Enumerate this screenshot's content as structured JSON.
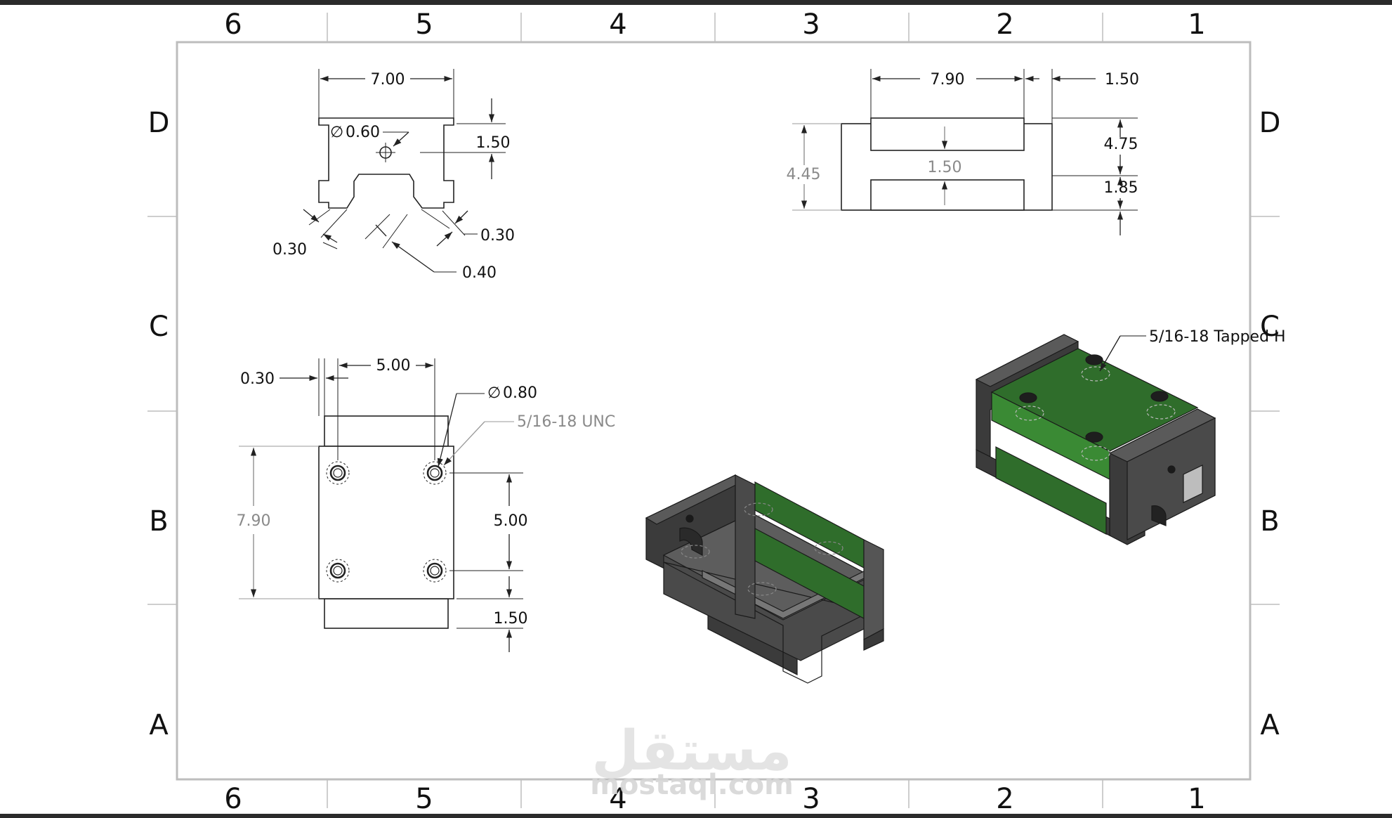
{
  "zones": {
    "columns": [
      "6",
      "5",
      "4",
      "3",
      "2",
      "1"
    ],
    "rows": [
      "D",
      "C",
      "B",
      "A"
    ]
  },
  "views": {
    "front": {
      "width": "7.00",
      "hole_dia": "0.60",
      "top_offset": "1.50",
      "chamfer_left": "0.30",
      "chamfer_right": "0.30",
      "groove": "0.40",
      "dia_symbol": "∅"
    },
    "side": {
      "width": "7.90",
      "lip": "1.50",
      "height": "4.45",
      "slot_gap": "1.50",
      "upper": "4.75",
      "lower": "1.85"
    },
    "top": {
      "edge_offset": "0.30",
      "hole_spacing_x": "5.00",
      "hole_dia": "0.80",
      "thread": "5/16-18 UNC",
      "length": "7.90",
      "hole_spacing_y": "5.00",
      "end_offset": "1.50",
      "dia_symbol": "∅"
    },
    "iso": {
      "note": "5/16-18 Tapped H"
    }
  },
  "watermark": {
    "arabic": "مستقل",
    "latin": "mostaql.com"
  },
  "colors": {
    "top_bar": "#2b2b2b",
    "line": "#222222",
    "part_dark": "#3b3b3b",
    "part_mid": "#4a4a4a",
    "part_side": "#5a5a5a",
    "pad_green": "#2f6d2b",
    "pad_green_light": "#3a8a34"
  }
}
